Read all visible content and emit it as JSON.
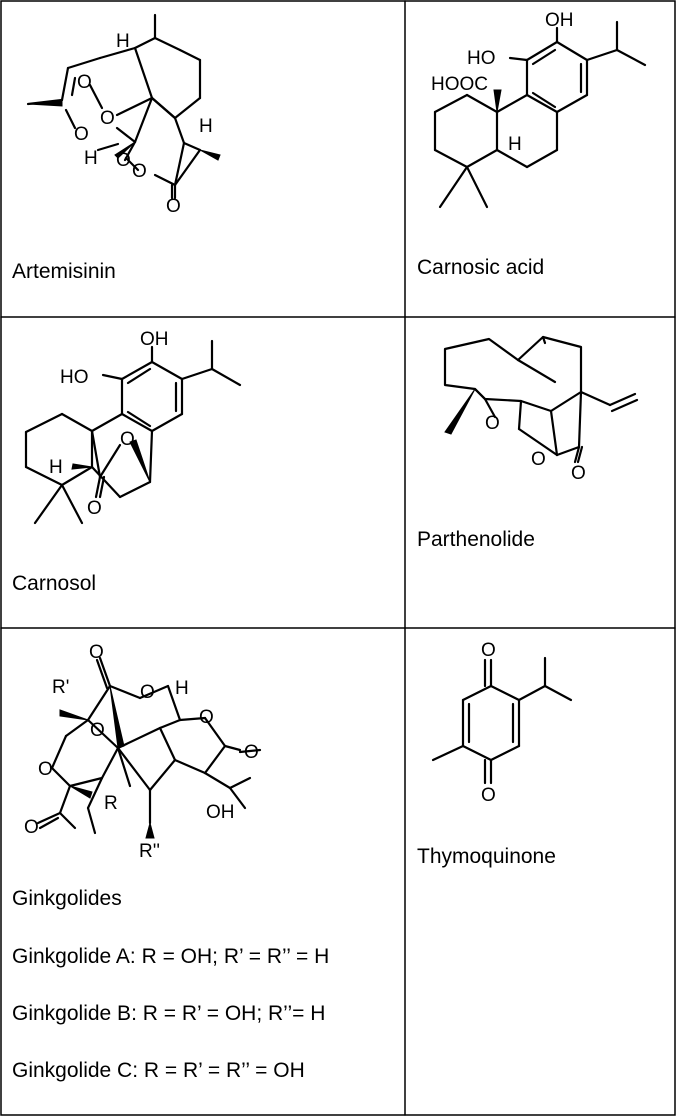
{
  "compounds": [
    {
      "name": "Artemisinin",
      "atoms": [
        "H",
        "O",
        "O",
        "O",
        "H",
        "O",
        "H",
        "O",
        "O"
      ]
    },
    {
      "name": "Carnosic acid",
      "atoms": [
        "OH",
        "HO",
        "HOOC",
        "H"
      ]
    },
    {
      "name": "Carnosol",
      "atoms": [
        "OH",
        "HO",
        "H",
        "O",
        "O"
      ]
    },
    {
      "name": "Parthenolide",
      "atoms": [
        "O",
        "O",
        "O"
      ]
    },
    {
      "name": "Ginkgolides",
      "atoms": [
        "O",
        "R'",
        "O",
        "H",
        "O",
        "O",
        "O",
        "O",
        "R",
        "O",
        "R''",
        "OH"
      ],
      "variants": [
        "Ginkgolide A: R = OH; R’ = R’’ = H",
        "Ginkgolide B: R = R’ = OH; R’’= H",
        "Ginkgolide C: R = R’ = R’’ = OH"
      ]
    },
    {
      "name": "Thymoquinone",
      "atoms": [
        "O",
        "O"
      ]
    }
  ]
}
